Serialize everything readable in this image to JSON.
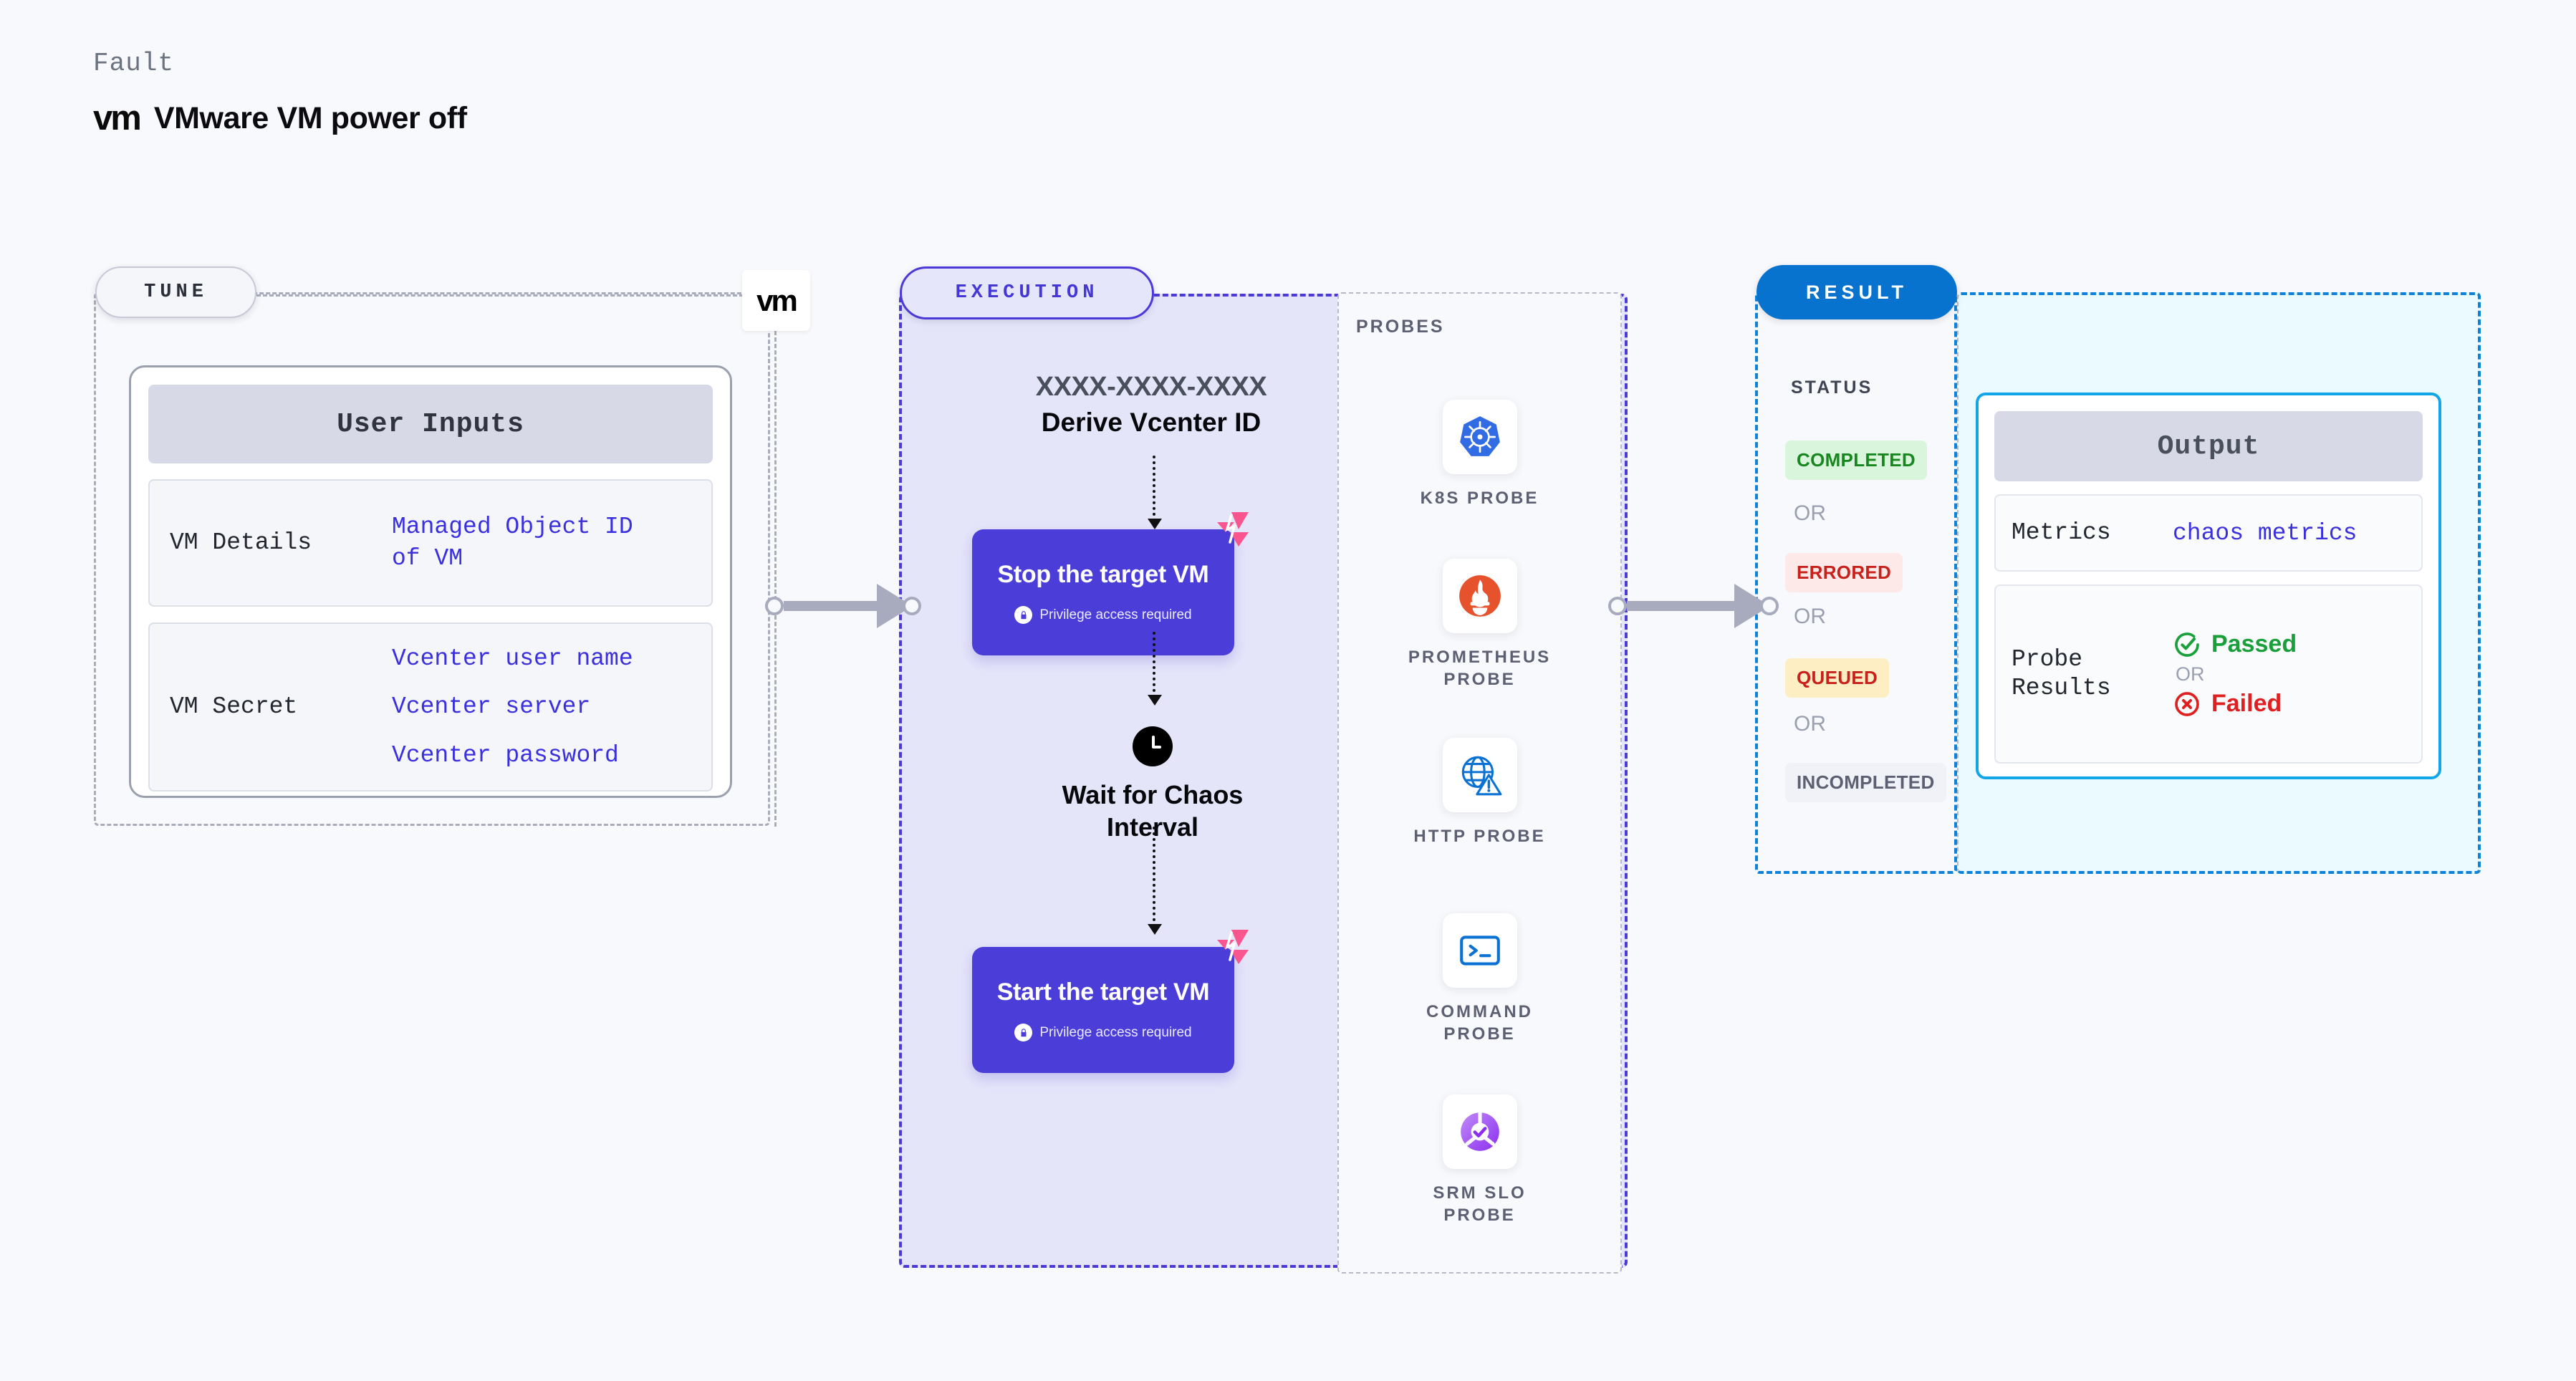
{
  "header": {
    "kicker": "Fault",
    "brand_wordmark": "vm",
    "title": "VMware VM power off"
  },
  "tune": {
    "pill_label": "TUNE",
    "badge_wordmark": "vm",
    "card_title": "User Inputs",
    "rows": [
      {
        "key": "VM Details",
        "values": [
          "Managed Object ID\nof VM"
        ]
      },
      {
        "key": "VM Secret",
        "values": [
          "Vcenter user name",
          "Vcenter server",
          "Vcenter password"
        ]
      }
    ]
  },
  "execution": {
    "pill_label": "EXECUTION",
    "derive_id": "XXXX-XXXX-XXXX",
    "derive_label": "Derive Vcenter ID",
    "steps": [
      {
        "title": "Stop the target VM",
        "privilege": "Privilege access required"
      },
      {
        "title": "Start the target VM",
        "privilege": "Privilege access required"
      }
    ],
    "wait_label": "Wait for Chaos\nInterval",
    "wait_icon": "clock-icon"
  },
  "probes": {
    "label": "PROBES",
    "items": [
      {
        "name": "K8S PROBE",
        "icon": "kubernetes-icon"
      },
      {
        "name": "PROMETHEUS\nPROBE",
        "icon": "prometheus-icon"
      },
      {
        "name": "HTTP PROBE",
        "icon": "http-globe-warning-icon"
      },
      {
        "name": "COMMAND\nPROBE",
        "icon": "terminal-icon"
      },
      {
        "name": "SRM SLO\nPROBE",
        "icon": "srm-slo-icon"
      }
    ]
  },
  "result": {
    "pill_label": "RESULT",
    "status_label": "STATUS",
    "or_label": "OR",
    "statuses": [
      {
        "label": "COMPLETED",
        "bg": "#d9f5dc",
        "color": "#19871f"
      },
      {
        "label": "ERRORED",
        "bg": "#fde9e7",
        "color": "#c8201a"
      },
      {
        "label": "QUEUED",
        "bg": "#fdeec3",
        "color": "#c8201a"
      },
      {
        "label": "INCOMPLETED",
        "bg": "#f1f2f7",
        "color": "#5c6072"
      }
    ],
    "output": {
      "title": "Output",
      "metrics_key": "Metrics",
      "metrics_value": "chaos metrics",
      "probe_results_key": "Probe\nResults",
      "passed_label": "Passed",
      "failed_label": "Failed",
      "or_label": "OR"
    }
  },
  "colors": {
    "execution_accent": "#4b39d8",
    "result_accent": "#0873ce",
    "output_accent": "#12a5e8",
    "link": "#3b30e0",
    "connector": "#a7abbd"
  }
}
